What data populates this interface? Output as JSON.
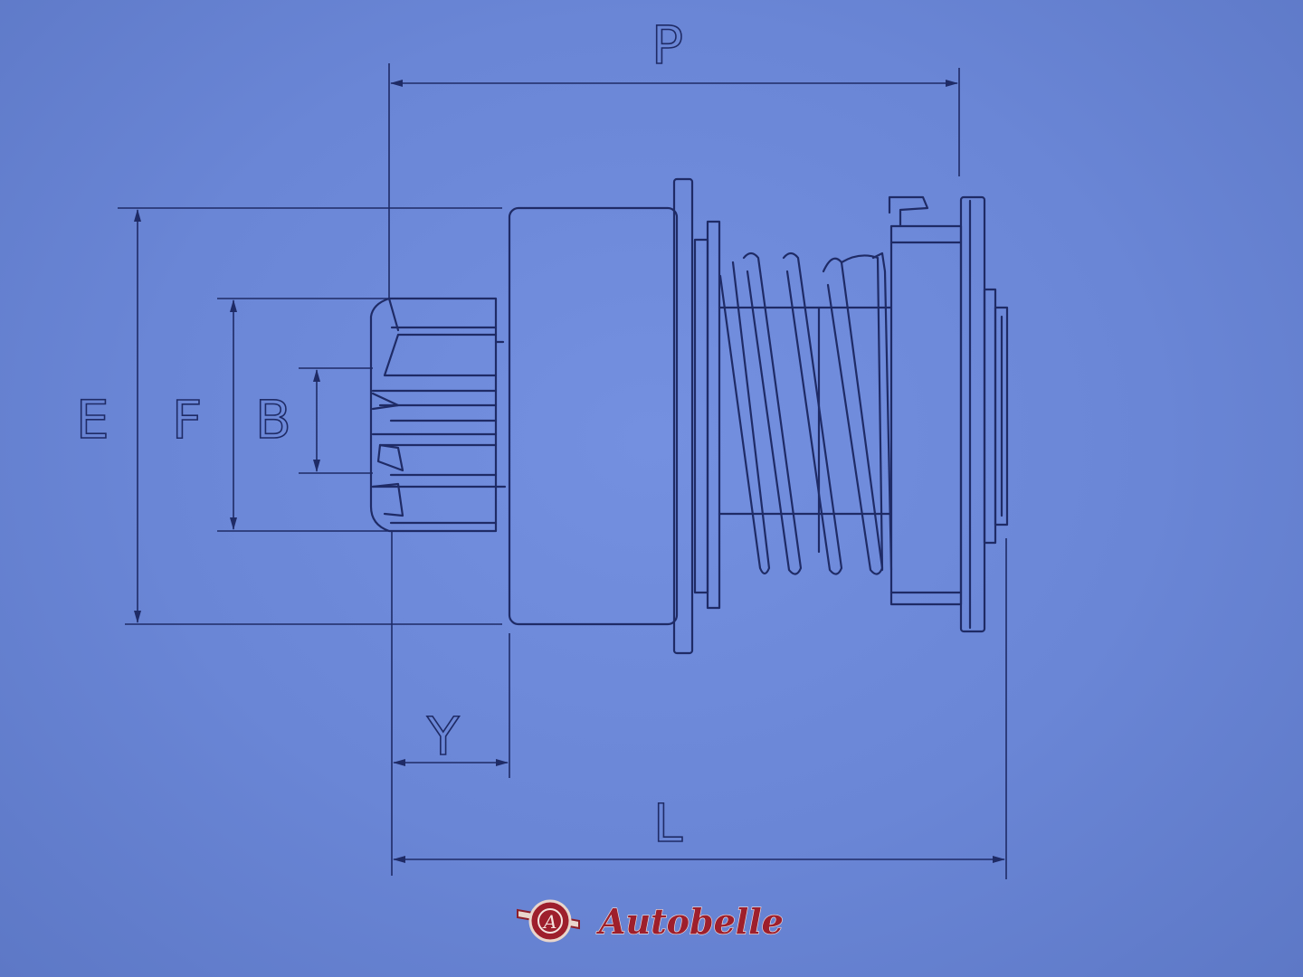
{
  "drawing": {
    "title": "Starter drive pinion dimension drawing",
    "labels": {
      "P": "P",
      "E": "E",
      "F": "F",
      "B": "B",
      "Y": "Y",
      "L": "L"
    }
  },
  "logo": {
    "brand": "Autobelle",
    "emblem_letter": "A",
    "colors": {
      "text": "#9e1f2c",
      "outline": "#f3e3df"
    }
  },
  "colors": {
    "background": "#6a86d6",
    "line": "#1f2b66"
  }
}
